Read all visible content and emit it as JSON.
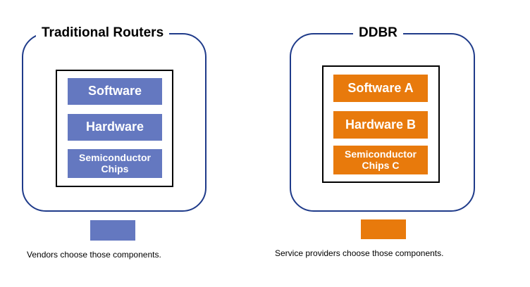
{
  "left_panel": {
    "title": "Traditional Routers",
    "blocks": {
      "software": "Software",
      "hardware": "Hardware",
      "chips": "Semiconductor\nChips"
    },
    "color": "#6478C0"
  },
  "right_panel": {
    "title": "DDBR",
    "blocks": {
      "software": "Software A",
      "hardware": "Hardware B",
      "chips": "Semiconductor\nChips C"
    },
    "color": "#E87A0C"
  },
  "legend": {
    "left_text": "Vendors choose  those components.",
    "right_text": "Service providers choose  those components."
  },
  "colors": {
    "outer_border": "#1F3B8A",
    "inner_border": "#000000",
    "text": "#000000"
  }
}
